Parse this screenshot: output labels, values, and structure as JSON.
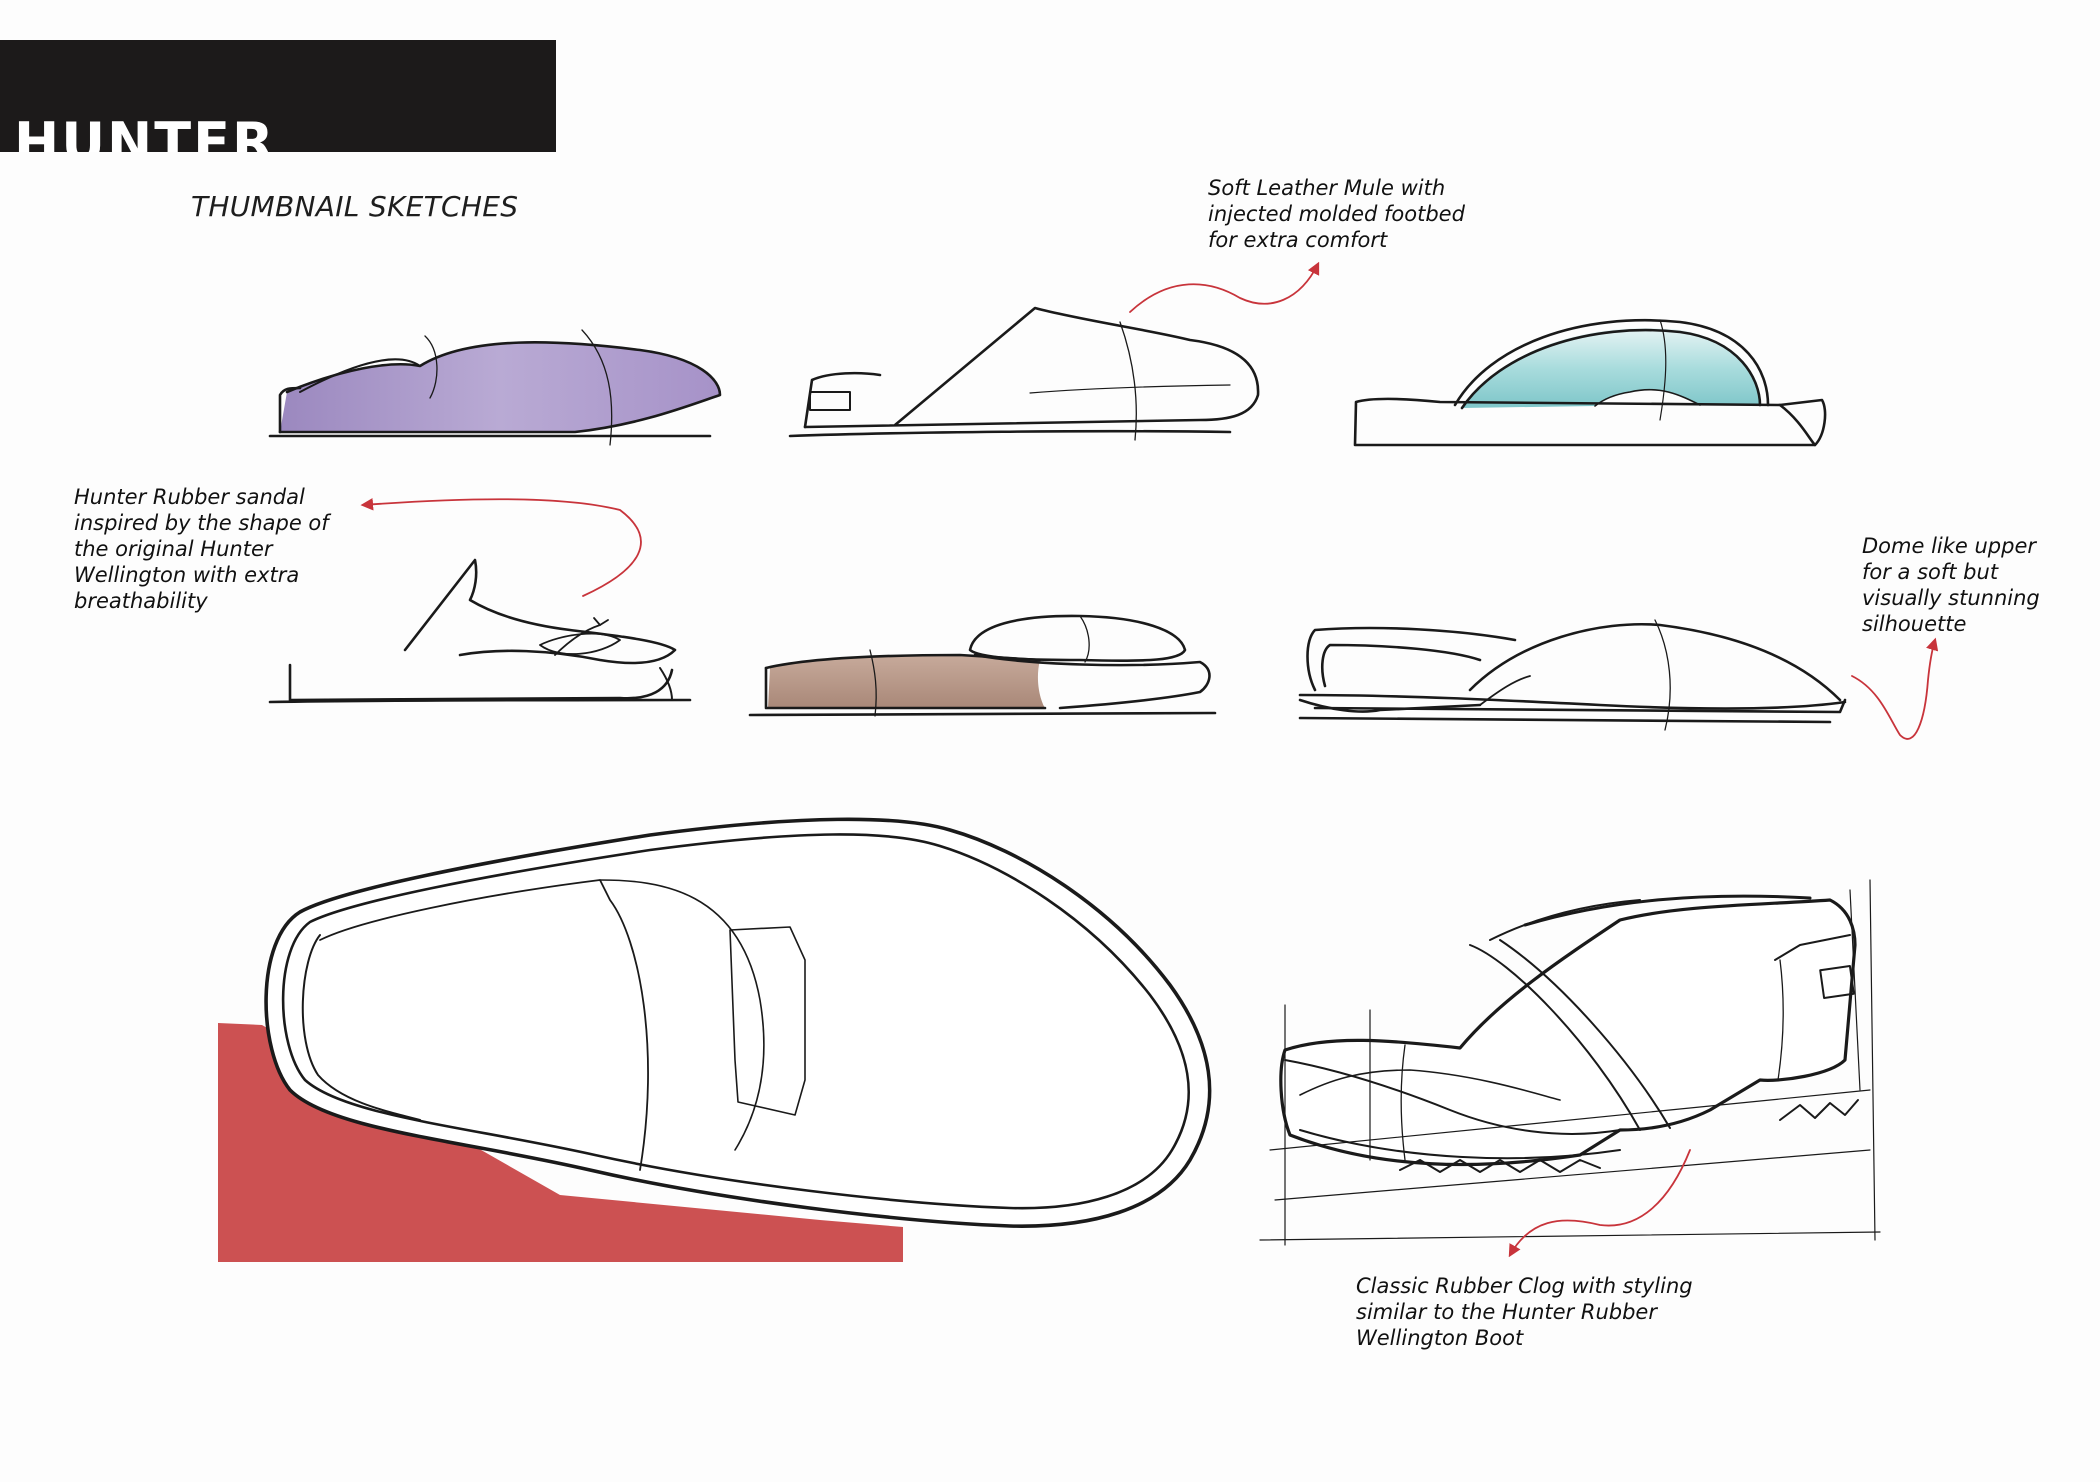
{
  "brand": {
    "logo_text": "HUNTER",
    "bar_color": "#1c1a1a"
  },
  "title": "THUMBNAIL SKETCHES",
  "notes": {
    "mule": [
      "Soft Leather Mule with",
      "injected molded footbed",
      "for extra comfort"
    ],
    "sandal": [
      "Hunter Rubber sandal",
      "inspired by the shape of",
      "the original Hunter",
      "Wellington with extra",
      "breathability"
    ],
    "dome": [
      "Dome like upper",
      "for a soft but",
      "visually stunning",
      "silhouette"
    ],
    "clog": [
      "Classic Rubber Clog with styling",
      "similar to the Hunter Rubber",
      "Wellington Boot"
    ]
  },
  "colors": {
    "arrow": "#c8343b",
    "wedge": "#cc5152",
    "lavender": "#a796c6",
    "aqua": "#8fcfd2",
    "tan": "#b9998a",
    "ink": "#1a1a1a"
  }
}
